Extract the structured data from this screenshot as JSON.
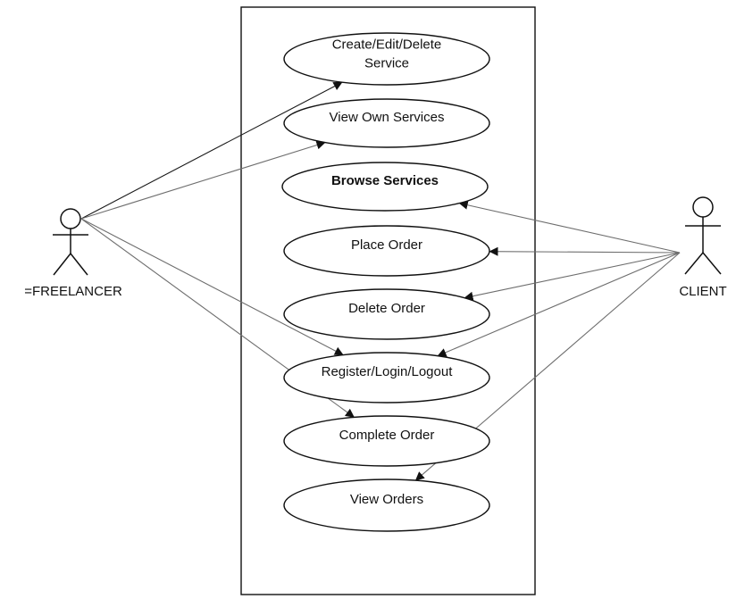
{
  "colors": {
    "line": "#6e6e6e",
    "line_dark": "#1a1a1a",
    "stroke": "#111111",
    "fill": "#ffffff"
  },
  "actors": {
    "freelancer": {
      "label": "=FREELANCER"
    },
    "client": {
      "label": "CLIENT"
    }
  },
  "use_cases": [
    {
      "id": "create-edit-delete-service",
      "lines": [
        "Create/Edit/Delete",
        "Service"
      ],
      "bold": false
    },
    {
      "id": "view-own-services",
      "lines": [
        "View Own Services"
      ],
      "bold": false
    },
    {
      "id": "browse-services",
      "lines": [
        "Browse Services"
      ],
      "bold": true
    },
    {
      "id": "place-order",
      "lines": [
        "Place Order"
      ],
      "bold": false
    },
    {
      "id": "delete-order",
      "lines": [
        "Delete Order"
      ],
      "bold": false
    },
    {
      "id": "register-login-logout",
      "lines": [
        "Register/Login/Logout"
      ],
      "bold": false
    },
    {
      "id": "complete-order",
      "lines": [
        "Complete Order"
      ],
      "bold": false
    },
    {
      "id": "view-orders",
      "lines": [
        "View Orders"
      ],
      "bold": false
    }
  ],
  "associations": {
    "freelancer": [
      "create-edit-delete-service",
      "view-own-services",
      "register-login-logout",
      "complete-order"
    ],
    "client": [
      "browse-services",
      "place-order",
      "delete-order",
      "register-login-logout",
      "view-orders"
    ]
  }
}
